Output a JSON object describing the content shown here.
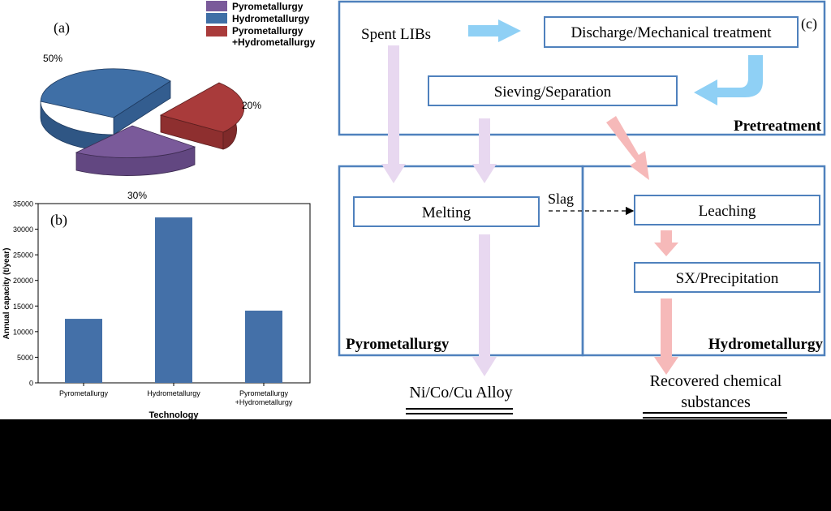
{
  "colors": {
    "pyro": "#7a5a9a",
    "hydro": "#3f6fa6",
    "combo": "#a93b3b",
    "bar": "#4470a8",
    "box_border": "#4f81bd",
    "arrow_blue": "#8fd0f5",
    "arrow_lilac": "#e8d8f0",
    "arrow_pink": "#f6b9b9"
  },
  "panel_a": {
    "label": "(a)",
    "legend": [
      {
        "text": "Pyrometallurgy",
        "color": "#7a5a9a"
      },
      {
        "text": "Hydrometallurgy",
        "color": "#3f6fa6"
      },
      {
        "text": "Pyrometallurgy",
        "text2": "+Hydrometallurgy",
        "color": "#a93b3b"
      }
    ],
    "pct_hydro": "50%",
    "pct_combo": "20%",
    "pct_pyro": "30%"
  },
  "panel_b": {
    "label": "(b)"
  },
  "chart_data": [
    {
      "type": "pie",
      "categories": [
        "Pyrometallurgy",
        "Hydrometallurgy",
        "Pyrometallurgy+Hydrometallurgy"
      ],
      "values": [
        30,
        50,
        20
      ],
      "unit": "%",
      "style": "exploded 3D"
    },
    {
      "type": "bar",
      "categories": [
        "Pyrometallurgy",
        "Hydrometallurgy",
        "Pyrometallurgy\n+Hydrometallurgy"
      ],
      "values": [
        12500,
        32300,
        14100
      ],
      "xlabel": "Technology",
      "ylabel": "Annual capacity (t/year)",
      "ylim": [
        0,
        35000
      ],
      "yticks": [
        0,
        5000,
        10000,
        15000,
        20000,
        25000,
        30000,
        35000
      ],
      "grid": false
    }
  ],
  "panel_c": {
    "label": "(c)",
    "spent_libs": "Spent LIBs",
    "discharge": "Discharge/Mechanical treatment",
    "sieving": "Sieving/Separation",
    "pretreatment": "Pretreatment",
    "melting": "Melting",
    "slag": "Slag",
    "leaching": "Leaching",
    "sx": "SX/Precipitation",
    "pyro_title": "Pyrometallurgy",
    "hydro_title": "Hydrometallurgy",
    "alloy": "Ni/Co/Cu Alloy",
    "recovered_line1": "Recovered chemical",
    "recovered_line2": "substances"
  }
}
